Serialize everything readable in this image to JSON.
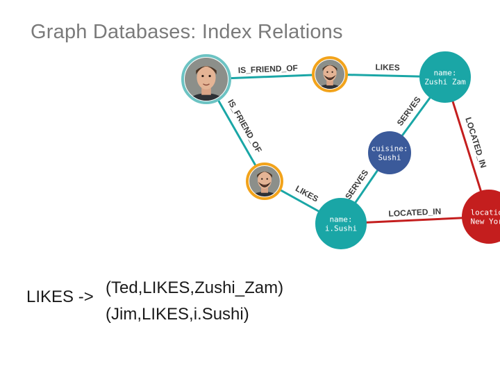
{
  "title": "Graph Databases: Index Relations",
  "graph": {
    "nodes": [
      {
        "id": "ted",
        "kind": "person",
        "depicts": "ted-photo"
      },
      {
        "id": "friend",
        "kind": "person",
        "depicts": "friend-photo"
      },
      {
        "id": "jim",
        "kind": "person",
        "depicts": "jim-photo"
      },
      {
        "id": "zushi",
        "kind": "entity",
        "lines": [
          "name:",
          "Zushi Zam"
        ],
        "color": "#1aa6a6"
      },
      {
        "id": "cuisine",
        "kind": "entity",
        "lines": [
          "cuisine:",
          "Sushi"
        ],
        "color": "#3b5a9a"
      },
      {
        "id": "isushi",
        "kind": "entity",
        "lines": [
          "name:",
          "i.Sushi"
        ],
        "color": "#1aa6a6"
      },
      {
        "id": "newyork",
        "kind": "entity",
        "lines": [
          "location",
          "New York"
        ],
        "color": "#c41e1e"
      }
    ],
    "edges": [
      {
        "from": "ted",
        "to": "friend",
        "label": "IS_FRIEND_OF",
        "color": "#1aa6a6"
      },
      {
        "from": "friend",
        "to": "zushi",
        "label": "LIKES",
        "color": "#1aa6a6"
      },
      {
        "from": "ted",
        "to": "jim",
        "label": "IS_FRIEND_OF",
        "color": "#1aa6a6"
      },
      {
        "from": "zushi",
        "to": "cuisine",
        "label": "SERVES",
        "color": "#1aa6a6"
      },
      {
        "from": "isushi",
        "to": "cuisine",
        "label": "SERVES",
        "color": "#1aa6a6"
      },
      {
        "from": "zushi",
        "to": "newyork",
        "label": "LOCATED_IN",
        "color": "#c41e1e"
      },
      {
        "from": "jim",
        "to": "isushi",
        "label": "LIKES",
        "color": "#1aa6a6"
      },
      {
        "from": "isushi",
        "to": "newyork",
        "label": "LOCATED_IN",
        "color": "#c41e1e"
      }
    ]
  },
  "index": {
    "label": "LIKES ->",
    "entries": [
      "(Ted,LIKES,Zushi_Zam)",
      "(Jim,LIKES,i.Sushi)"
    ]
  }
}
